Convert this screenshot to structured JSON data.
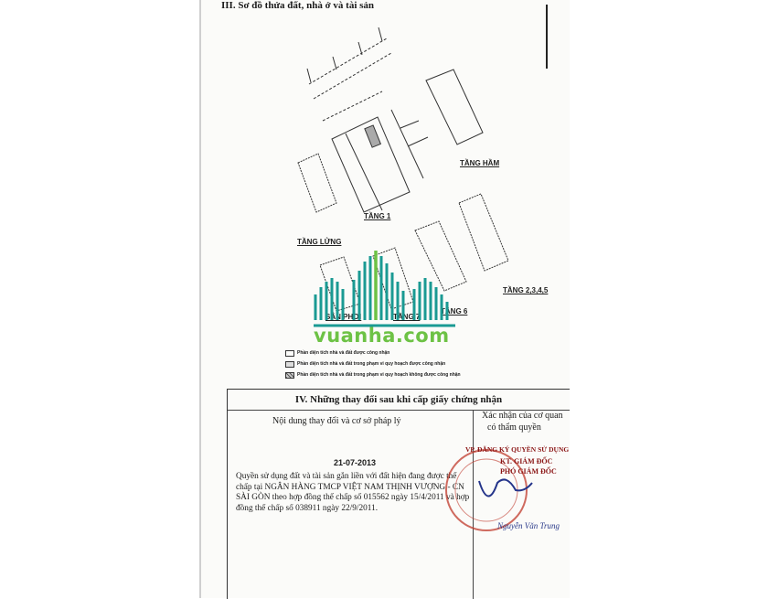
{
  "section3": {
    "title": "III. Sơ đồ thửa đất, nhà ở và tài sản",
    "floors": {
      "basement": "TẦNG HẦM",
      "floor1": "TẦNG 1",
      "mezzanine": "TẦNG LỬNG",
      "floors2345": "TẦNG 2,3,4,5",
      "floor6": "TẦNG 6",
      "terrace": "SÂN PHƠI",
      "floor7": "TẦNG 7"
    },
    "legend": [
      "Phần diện tích nhà và đất được công nhận",
      "Phần diện tích nhà và đất trong phạm vi quy hoạch được công nhận",
      "Phần diện tích nhà và đất trong phạm vi quy hoạch không được công nhận"
    ]
  },
  "section4": {
    "title": "IV. Những thay đổi sau khi cấp giấy chứng nhận",
    "col_content": "Nội dung thay đổi và cơ sở pháp lý",
    "col_confirm_line1": "Xác nhận của cơ quan",
    "col_confirm_line2": "có thẩm quyền",
    "date": "21-07-2013",
    "content": "Quyền sử dụng đất và tài sản gắn liền với đất hiện đang được thế chấp tại NGÂN HÀNG TMCP VIỆT NAM THỊNH VƯỢNG - CN SÀI GÒN theo hợp đồng thế chấp số 015562 ngày 15/4/2011 và hợp đồng thế chấp số 038911 ngày 22/9/2011.",
    "office": "VP. ĐĂNG KÝ QUYỀN SỬ DỤNG",
    "kt": "KT. GIÁM ĐỐC",
    "deputy": "PHÓ GIÁM ĐỐC",
    "signer": "Nguyễn Văn Trung"
  },
  "watermark": {
    "text": "vuanha.com",
    "bar_color": "#1a9a93",
    "accent_color": "#6dc245"
  },
  "stamp_color": "#c0392b"
}
